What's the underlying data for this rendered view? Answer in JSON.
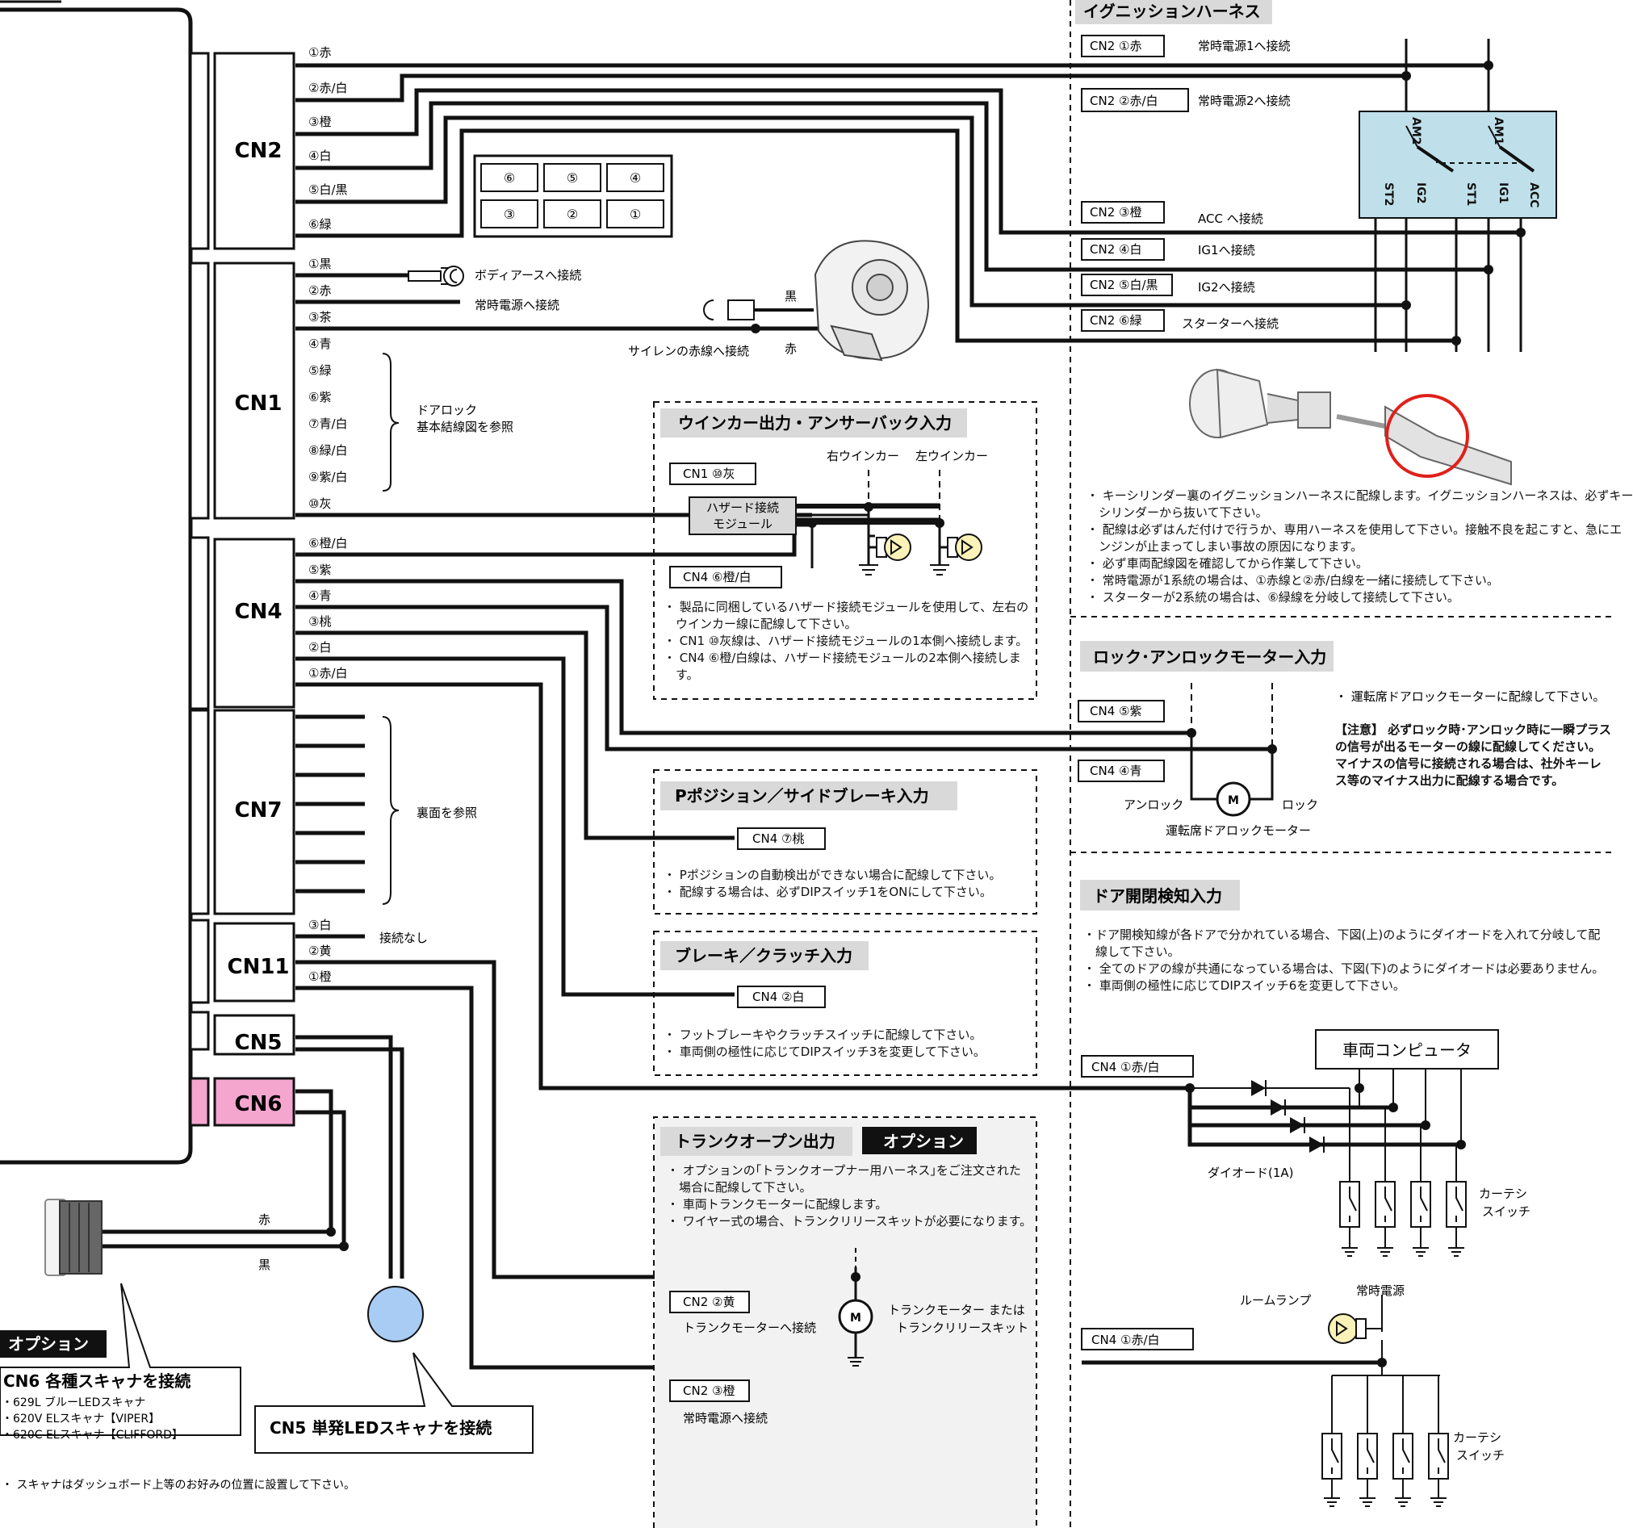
{
  "colors": {
    "wire": "#111111",
    "cn6": "#f4a6cf",
    "hazard": "#d9d9d9",
    "bulb": "#fbf2b8",
    "scanner": "#a9ccf4",
    "harness_switch": "#bfe0ea",
    "trunk_bg": "#f2f2f2",
    "highlight": "#e0201a"
  },
  "connectors": {
    "cn2": {
      "label": "CN2",
      "wires": [
        "①赤",
        "②赤/白",
        "③橙",
        "④白",
        "⑤白/黒",
        "⑥緑"
      ]
    },
    "cn1": {
      "label": "CN1",
      "wires": [
        "①黒",
        "②赤",
        "③茶",
        "④青",
        "⑤緑",
        "⑥紫",
        "⑦青/白",
        "⑧緑/白",
        "⑨紫/白",
        "⑩灰"
      ]
    },
    "cn4": {
      "label": "CN4",
      "wires": [
        "⑥橙/白",
        "⑤紫",
        "④青",
        "③桃",
        "②白",
        "①赤/白"
      ]
    },
    "cn7": {
      "label": "CN7",
      "note": "裏面を参照"
    },
    "cn11": {
      "label": "CN11",
      "wires": [
        "③白",
        "②黄",
        "①橙"
      ],
      "note": "接続なし"
    },
    "cn5": {
      "label": "CN5"
    },
    "cn6": {
      "label": "CN6"
    }
  },
  "pin_grid": [
    "⑥",
    "⑤",
    "④",
    "③",
    "②",
    "①"
  ],
  "cn1_labels": {
    "body_earth": "ボディアースへ接続",
    "constant_power": "常時電源へ接続",
    "door_lock_1": "ドアロック",
    "door_lock_2": "基本結線図を参照",
    "siren_red": "サイレンの赤線へ接続",
    "siren_black": "黒",
    "siren_red_wire": "赤"
  },
  "ignition": {
    "title": "イグニッションハーネス",
    "rows": [
      {
        "tag": "CN2 ①赤",
        "text": "常時電源1へ接続"
      },
      {
        "tag": "CN2 ②赤/白",
        "text": "常時電源2へ接続"
      },
      {
        "tag": "CN2 ③橙",
        "text": "ACC へ接続"
      },
      {
        "tag": "CN2 ④白",
        "text": "IG1へ接続"
      },
      {
        "tag": "CN2 ⑤白/黒",
        "text": "IG2へ接続"
      },
      {
        "tag": "CN2 ⑥緑",
        "text": "スターターへ接続"
      }
    ],
    "switch_labels": [
      "AM2",
      "AM1",
      "ST2",
      "IG2",
      "ST1",
      "IG1",
      "ACC"
    ],
    "notes": [
      "・ キーシリンダー裏のイグニッションハーネスに配線します。イグニッションハーネスは、必ずキー",
      "　シリンダーから抜いて下さい。",
      "・ 配線は必ずはんだ付けで行うか、専用ハーネスを使用して下さい。接触不良を起こすと、急にエ",
      "　ンジンが止まってしまい事故の原因になります。",
      "・ 必ず車両配線図を確認してから作業して下さい。",
      "・ 常時電源が1系統の場合は、①赤線と②赤/白線を一緒に接続して下さい。",
      "・ スターターが2系統の場合は、⑥緑線を分岐して接続して下さい。"
    ]
  },
  "winker": {
    "title": "ウインカー出力・アンサーバック入力",
    "tag1": "CN1 ⑩灰",
    "tag2": "CN4 ⑥橙/白",
    "module": [
      "ハザード接続",
      "モジュール"
    ],
    "right": "右ウインカー",
    "left": "左ウインカー",
    "notes": [
      "・ 製品に同梱しているハザード接続モジュールを使用して、左右の",
      "　ウインカー線に配線して下さい。",
      "・ CN1 ⑩灰線は、ハザード接続モジュールの1本側へ接続します。",
      "・ CN4 ⑥橙/白線は、ハザード接続モジュールの2本側へ接続しま",
      "　す。"
    ]
  },
  "ppos": {
    "title": "Pポジション／サイドブレーキ入力",
    "tag": "CN4 ⑦桃",
    "notes": [
      "・ Pポジションの自動検出ができない場合に配線して下さい。",
      "・ 配線する場合は、必ずDIPスイッチ1をONにして下さい。"
    ]
  },
  "brake": {
    "title": "ブレーキ／クラッチ入力",
    "tag": "CN4 ②白",
    "notes": [
      "・ フットブレーキやクラッチスイッチに配線して下さい。",
      "・ 車両側の極性に応じてDIPスイッチ3を変更して下さい。"
    ]
  },
  "trunk": {
    "title": "トランクオープン出力",
    "option": "オプション",
    "notes": [
      "・ オプションの｢トランクオープナー用ハーネス｣をご注文された",
      "　場合に配線して下さい。",
      "・ 車両トランクモーターに配線します。",
      "・ ワイヤー式の場合、トランクリリースキットが必要になります。"
    ],
    "tag1": "CN2 ②黄",
    "text1": "トランクモーターへ接続",
    "tag2": "CN2 ③橙",
    "text2": "常時電源へ接続",
    "motor_label": "トランクモーター または",
    "motor_label2": "トランクリリースキット",
    "motor": "M"
  },
  "lock": {
    "title": "ロック･アンロックモーター入力",
    "tag1": "CN4 ⑤紫",
    "tag2": "CN4 ④青",
    "unlock": "アンロック",
    "lock": "ロック",
    "motor": "M",
    "motor_name": "運転席ドアロックモーター",
    "note": "・ 運転席ドアロックモーターに配線して下さい。",
    "warning": [
      "【注意】 必ずロック時･アンロック時に一瞬プラス",
      "の信号が出るモーターの線に配線してください。",
      "マイナスの信号に接続される場合は、社外キーレ",
      "ス等のマイナス出力に配線する場合です。"
    ]
  },
  "door": {
    "title": "ドア開閉検知入力",
    "notes": [
      "・ドア開検知線が各ドアで分かれている場合、下図(上)のようにダイオードを入れて分岐して配",
      "　線して下さい。",
      "・ 全てのドアの線が共通になっている場合は、下図(下)のようにダイオードは必要ありません。",
      "・ 車両側の極性に応じてDIPスイッチ6を変更して下さい。"
    ],
    "computer": "車両コンピュータ",
    "tag1": "CN4 ①赤/白",
    "tag2": "CN4 ①赤/白",
    "diode": "ダイオード(1A)",
    "courtesy1": "カーテシ",
    "courtesy2": "スイッチ",
    "room_lamp": "ルームランプ",
    "constant_power": "常時電源"
  },
  "scanner": {
    "red": "赤",
    "black": "黒",
    "option": "オプション",
    "cn6_title": "CN6  各種スキャナを接続",
    "cn6_items": [
      "・629L  ブルーLEDスキャナ",
      "・620V  ELスキャナ【VIPER】",
      "・620C  ELスキャナ【CLIFFORD】"
    ],
    "cn5_title": "CN5  単発LEDスキャナを接続",
    "footer": "・ スキャナはダッシュボード上等のお好みの位置に設置して下さい。"
  }
}
